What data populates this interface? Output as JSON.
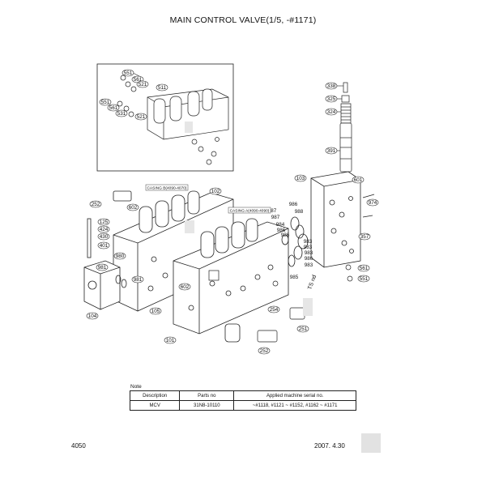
{
  "title": "MAIN CONTROL VALVE(1/5, -#1171)",
  "callouts": [
    "551",
    "561",
    "521",
    "511",
    "551",
    "561",
    "531",
    "521",
    "338",
    "325",
    "324",
    "391",
    "103",
    "601",
    "974",
    "357",
    "561",
    "551",
    "102",
    "252",
    "602",
    "125",
    "424",
    "430",
    "401",
    "981",
    "980",
    "981",
    "104",
    "105",
    "602",
    "101",
    "986",
    "988",
    "987",
    "984",
    "986",
    "983",
    "986",
    "983",
    "985",
    "254",
    "251",
    "252",
    "986",
    "987",
    "983",
    "983"
  ],
  "casing_labels": [
    "CASING B(4090-4070)",
    "CASING A(4090-4090)"
  ],
  "view_label": "TS nd",
  "note": {
    "label": "Note",
    "headers": [
      "Description",
      "Parts no",
      "Applied machine serial no."
    ],
    "row": [
      "MCV",
      "31N8-10110",
      "~#1118, #1121 ~ #1152, #1162 ~ #1171"
    ]
  },
  "footer": {
    "page": "4050",
    "date": "2007. 4.30"
  }
}
